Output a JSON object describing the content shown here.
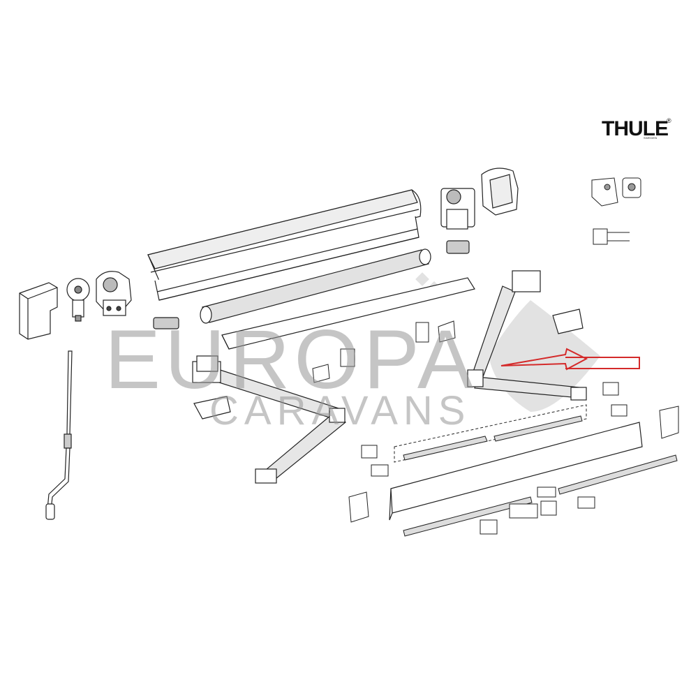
{
  "brand": {
    "name": "THULE",
    "sub": "SWEDEN",
    "registered_mark": "®"
  },
  "watermark": {
    "line1": "EUROPA",
    "line2": "CARAVANS"
  },
  "highlight": {
    "arrow_color": "#d42a2a",
    "target_part": "right-folding-arm"
  },
  "colors": {
    "line": "#222222",
    "part_fill": "#ffffff",
    "shade": "#d8d8d8",
    "watermark": "#9a9a9a"
  }
}
